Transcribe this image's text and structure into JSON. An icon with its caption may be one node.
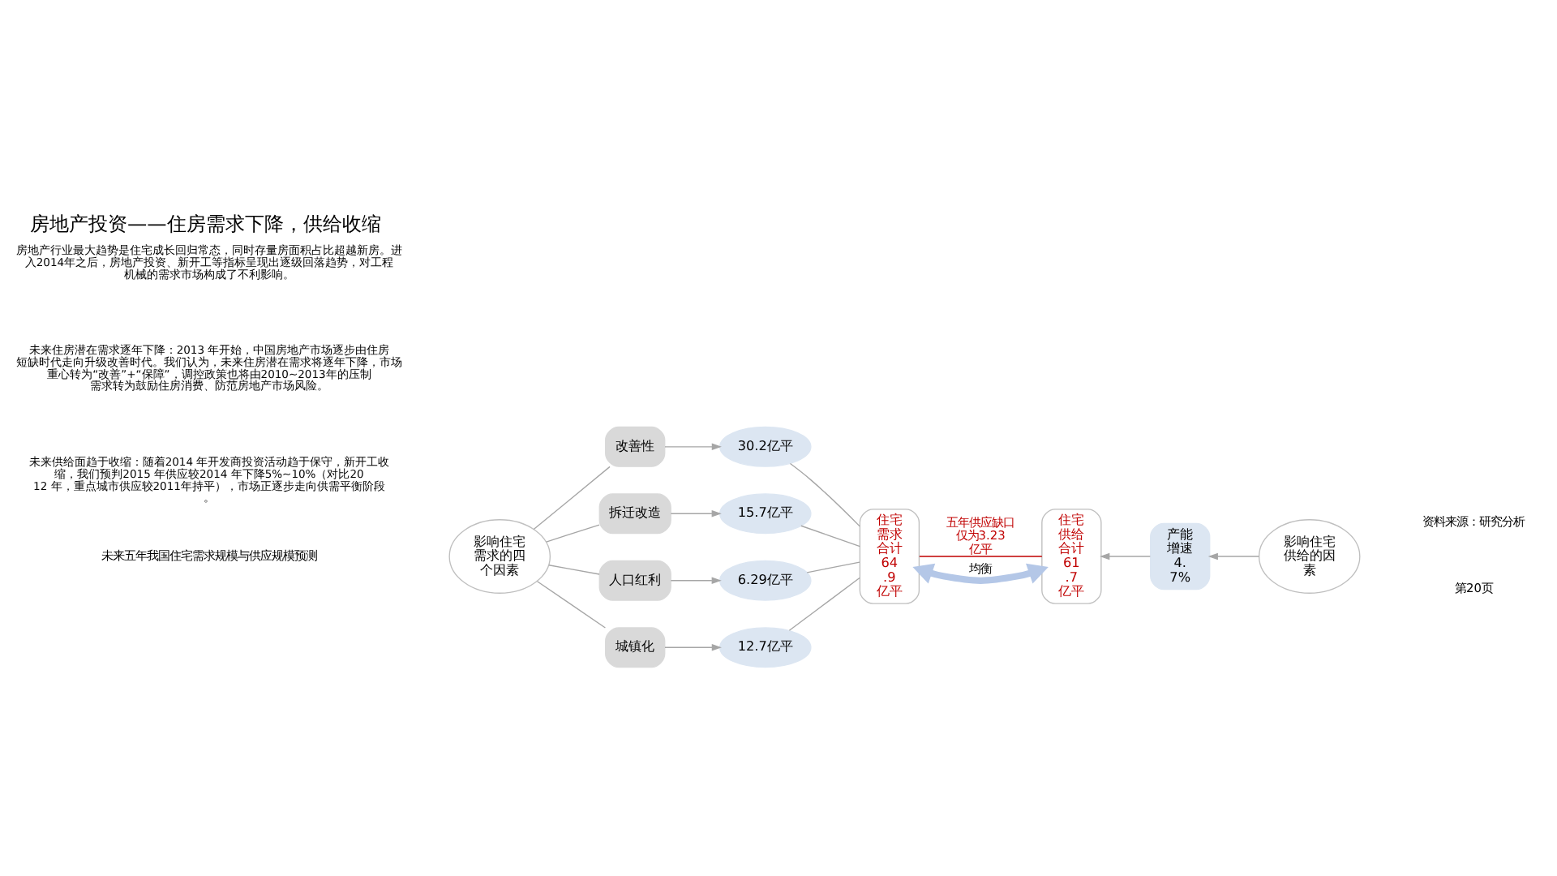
{
  "diagram": {
    "title": "房地产投资——住房需求下降，供给收缩",
    "nodes": [
      {
        "text": [
          "影响住宅需求的四个因素"
        ]
      },
      {
        "text": [
          "改善性"
        ]
      },
      {
        "text": [
          "拆迁改造"
        ]
      },
      {
        "text": [
          "人口红利"
        ]
      },
      {
        "text": [
          "城镇化"
        ]
      },
      {
        "text": [
          "30.2亿平"
        ]
      },
      {
        "text": [
          "15.7亿平"
        ]
      },
      {
        "text": [
          "6.29亿平"
        ]
      },
      {
        "text": [
          "12.7亿平"
        ]
      },
      {
        "text": [
          "住宅需求合计64.9亿平"
        ]
      },
      {
        "text": [
          "住宅供给合计61.7亿平"
        ]
      },
      {
        "text": [
          "产能增速4.7%"
        ]
      },
      {
        "text": [
          "影响住宅供给的因素"
        ]
      }
    ],
    "edges": [
      {
        "from": 0,
        "to": 1,
        "arrow": "none"
      },
      {
        "from": 0,
        "to": 2,
        "arrow": "none"
      },
      {
        "from": 0,
        "to": 3,
        "arrow": "none"
      },
      {
        "from": 0,
        "to": 4,
        "arrow": "none"
      },
      {
        "from": 1,
        "to": 5,
        "arrow": "to"
      },
      {
        "from": 2,
        "to": 6,
        "arrow": "to"
      },
      {
        "from": 3,
        "to": 7,
        "arrow": "to"
      },
      {
        "from": 4,
        "to": 8,
        "arrow": "to"
      },
      {
        "from": 5,
        "to": 9,
        "arrow": "none"
      },
      {
        "from": 6,
        "to": 9,
        "arrow": "none"
      },
      {
        "from": 7,
        "to": 9,
        "arrow": "none"
      },
      {
        "from": 8,
        "to": 9,
        "arrow": "none"
      },
      {
        "from": 9,
        "to": 10,
        "arrow": "none",
        "label": "五年供应缺口仅为3.23亿平",
        "color": "#c00000"
      },
      {
        "from": 9,
        "to": 10,
        "arrow": "both",
        "label": "均衡",
        "style": "thick",
        "color": "#b4c7e7"
      },
      {
        "from": 12,
        "to": 11,
        "arrow": "to"
      },
      {
        "from": 11,
        "to": 10,
        "arrow": "to"
      }
    ],
    "labels": [
      "房地产行业最大趋势是住宅成长回归常态，同时存量房面积占比超越新房。进入2014年之后，房地产投资、新开工等指标呈现出逐级回落趋势，对工程机械的需求市场构成了不利影响。",
      "未来住房潜在需求逐年下降：2013 年开始，中国房地产市场逐步由住房短缺时代走向升级改善时代。我们认为，未来住房潜在需求将逐年下降，市场重心转为“改善”+“保障”，调控政策也将由2010~2013年的压制需求转为鼓励住房消费、防范房地产市场风险。",
      "未来供给面趋于收缩：随着2014 年开发商投资活动趋于保守，新开工收缩，我们预判2015 年供应较2014 年下降5%~10%（对比2012 年，重点城市供应较2011年持平），市场正逐步走向供需平衡阶段。",
      "未来五年我国住宅需求规模与供应规模预测",
      "资料来源：研究分析",
      "第20页"
    ]
  }
}
